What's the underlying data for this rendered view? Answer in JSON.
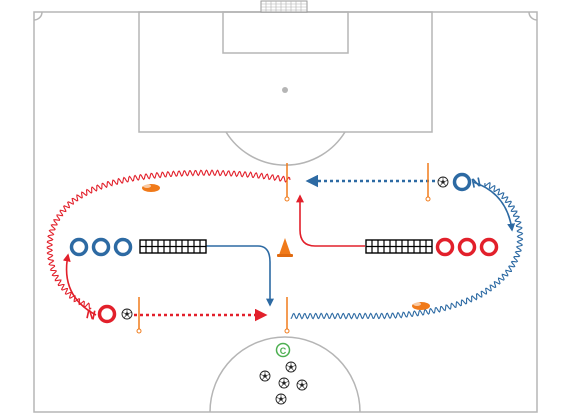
{
  "diagram": {
    "colors": {
      "red_team": "#e2202b",
      "blue_team": "#2d6aa3",
      "pitch_lines": "#b5b5b5",
      "cone": "#f07a1a",
      "coach": "#4caf50",
      "ladder": "#000000"
    },
    "coach_label": "C",
    "players": [
      {
        "team": "blue",
        "label": "N",
        "role": "top-right starter with ball"
      },
      {
        "team": "red",
        "label": "N",
        "role": "bottom-left starter with ball"
      }
    ],
    "groups": [
      {
        "team": "blue",
        "side": "left",
        "count": 3
      },
      {
        "team": "red",
        "side": "right",
        "count": 3
      }
    ],
    "icons": [
      "soccer-ball-icon",
      "cone-icon",
      "agility-ladder-icon",
      "mannequin-pole-icon",
      "hurdle-icon"
    ]
  }
}
